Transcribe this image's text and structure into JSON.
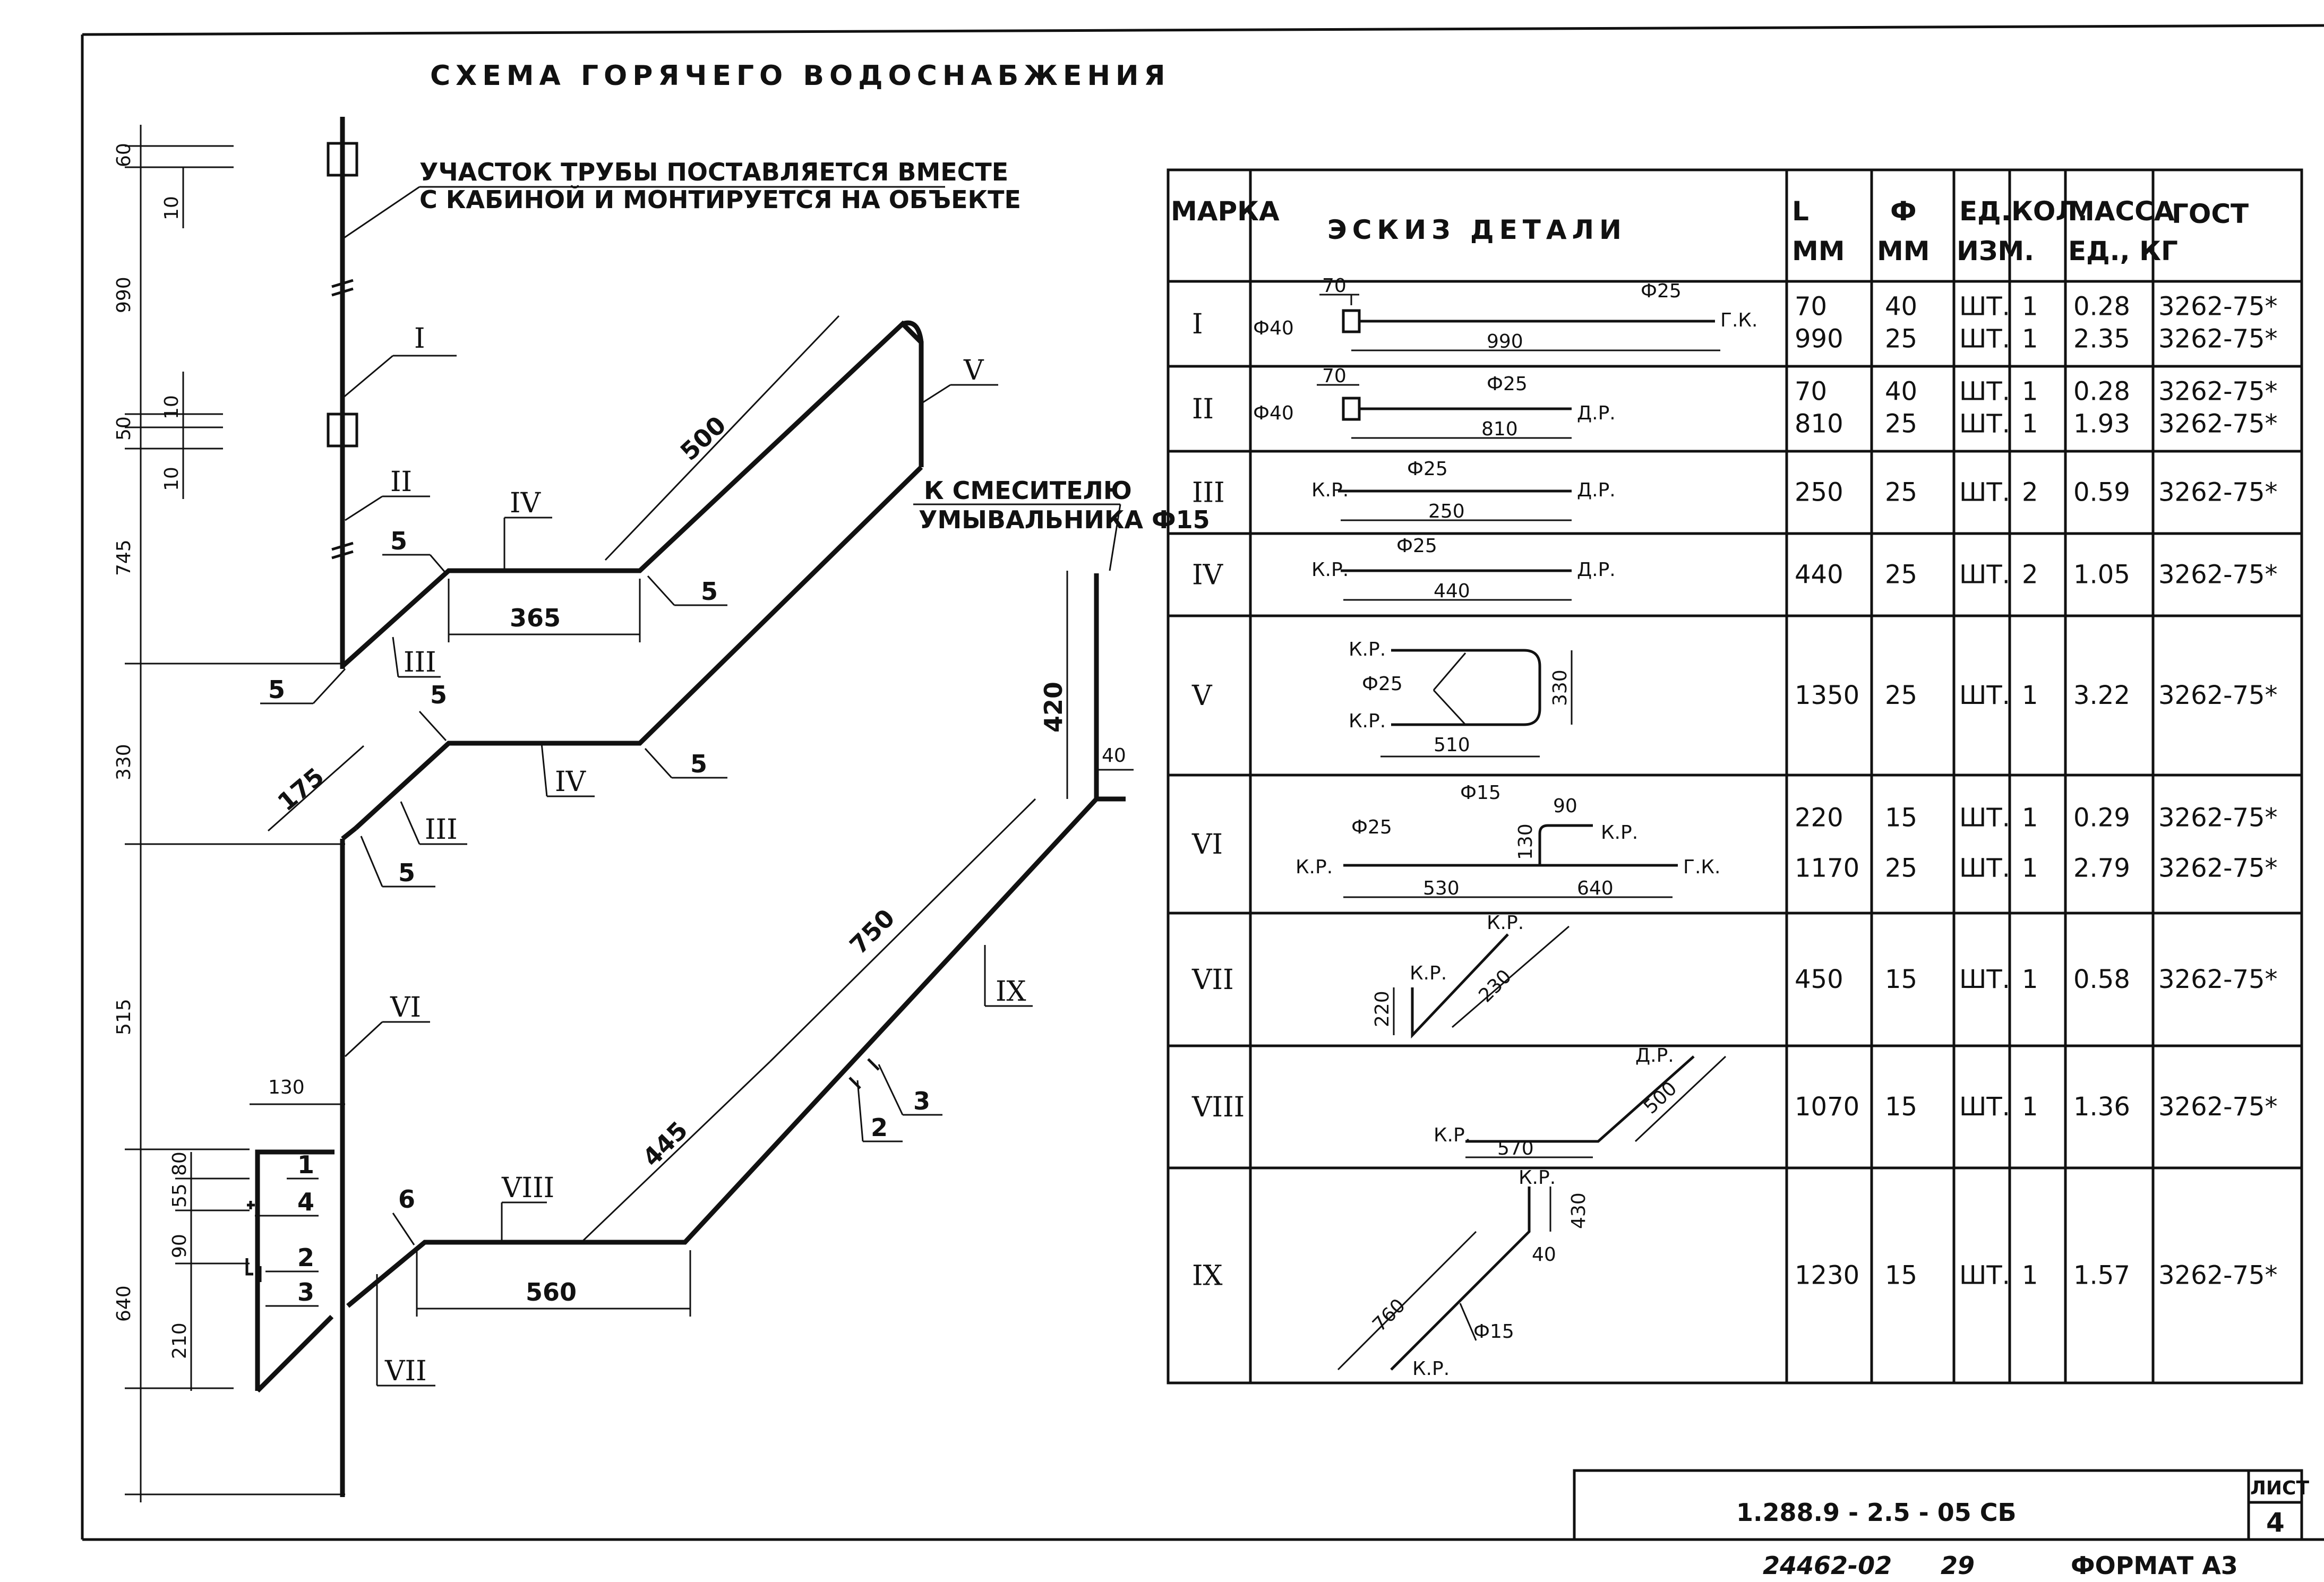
{
  "title": "СХЕМА ГОРЯЧЕГО ВОДОСНАБЖЕНИЯ",
  "notes": {
    "pipe_section_line1": "УЧАСТОК ТРУБЫ ПОСТАВЛЯЕТСЯ ВМЕСТЕ",
    "pipe_section_line2": "С КАБИНОЙ И МОНТИРУЕТСЯ НА ОБЪЕКТЕ",
    "mixer_line1": "К СМЕСИТЕЛЮ",
    "mixer_line2": "УМЫВАЛЬНИКА Ф15"
  },
  "vertical_dims": [
    "60",
    "10",
    "990",
    "10",
    "50",
    "10",
    "745",
    "330",
    "515",
    "80",
    "55",
    "90",
    "640",
    "210"
  ],
  "scheme_dims": {
    "d500": "500",
    "d365": "365",
    "d175": "175",
    "d420": "420",
    "d40": "40",
    "d750": "750",
    "d445": "445",
    "d560": "560",
    "d130": "130"
  },
  "scheme_labels": {
    "r1": "I",
    "r2": "II",
    "r3": "III",
    "r3b": "III",
    "r4": "IV",
    "r4b": "IV",
    "r5": "V",
    "r6": "VI",
    "r7": "VII",
    "r8": "VIII",
    "r9": "IX",
    "n5a": "5",
    "n5b": "5",
    "n5c": "5",
    "n5d": "5",
    "n5e": "5",
    "n5f": "5",
    "n1": "1",
    "n2": "2",
    "n3": "3",
    "n4": "4",
    "n6": "6",
    "n2b": "2",
    "n3b": "3"
  },
  "table": {
    "headers": {
      "mark": "МАРКА",
      "sketch": "ЭСКИЗ ДЕТАЛИ",
      "l": "L",
      "l_unit": "ММ",
      "phi": "Ф",
      "phi_unit": "ММ",
      "unit": "ЕД.",
      "unit2": "ИЗМ.",
      "qty": "КОЛ.",
      "mass": "МАССА",
      "mass2": "ЕД., КГ",
      "gost": "ГОСТ"
    },
    "rows": [
      {
        "mark": "I",
        "sub": [
          [
            "70",
            "40",
            "ШТ.",
            "1",
            "0.28",
            "3262-75*"
          ],
          [
            "990",
            "25",
            "ШТ.",
            "1",
            "2.35",
            "3262-75*"
          ]
        ]
      },
      {
        "mark": "II",
        "sub": [
          [
            "70",
            "40",
            "ШТ.",
            "1",
            "0.28",
            "3262-75*"
          ],
          [
            "810",
            "25",
            "ШТ.",
            "1",
            "1.93",
            "3262-75*"
          ]
        ]
      },
      {
        "mark": "III",
        "sub": [
          [
            "250",
            "25",
            "ШТ.",
            "2",
            "0.59",
            "3262-75*"
          ]
        ]
      },
      {
        "mark": "IV",
        "sub": [
          [
            "440",
            "25",
            "ШТ.",
            "2",
            "1.05",
            "3262-75*"
          ]
        ]
      },
      {
        "mark": "V",
        "sub": [
          [
            "1350",
            "25",
            "ШТ.",
            "1",
            "3.22",
            "3262-75*"
          ]
        ]
      },
      {
        "mark": "VI",
        "sub": [
          [
            "220",
            "15",
            "ШТ.",
            "1",
            "0.29",
            "3262-75*"
          ],
          [
            "1170",
            "25",
            "ШТ.",
            "1",
            "2.79",
            "3262-75*"
          ]
        ]
      },
      {
        "mark": "VII",
        "sub": [
          [
            "450",
            "15",
            "ШТ.",
            "1",
            "0.58",
            "3262-75*"
          ]
        ]
      },
      {
        "mark": "VIII",
        "sub": [
          [
            "1070",
            "15",
            "ШТ.",
            "1",
            "1.36",
            "3262-75*"
          ]
        ]
      },
      {
        "mark": "IX",
        "sub": [
          [
            "1230",
            "15",
            "ШТ.",
            "1",
            "1.57",
            "3262-75*"
          ]
        ]
      }
    ]
  },
  "sketch_labels": {
    "s1_phi40": "Ф40",
    "s1_70": "70",
    "s1_phi25": "Ф25",
    "s1_gk": "Г.К.",
    "s1_990": "990",
    "s2_phi40": "Ф40",
    "s2_70": "70",
    "s2_phi25": "Ф25",
    "s2_dr": "Д.Р.",
    "s2_810": "810",
    "s3_kr": "К.Р.",
    "s3_phi25": "Ф25",
    "s3_dr": "Д.Р.",
    "s3_250": "250",
    "s4_kr": "К.Р.",
    "s4_phi25": "Ф25",
    "s4_dr": "Д.Р.",
    "s4_440": "440",
    "s5_kr1": "К.Р.",
    "s5_phi25": "Ф25",
    "s5_kr2": "К.Р.",
    "s5_330": "330",
    "s5_510": "510",
    "s6_phi15": "Ф15",
    "s6_90": "90",
    "s6_phi25": "Ф25",
    "s6_kr1": "К.Р.",
    "s6_130": "130",
    "s6_kr2": "К.Р.",
    "s6_gk": "Г.К.",
    "s6_530": "530",
    "s6_640": "640",
    "s7_kr1": "К.Р.",
    "s7_kr2": "К.Р.",
    "s7_220": "220",
    "s7_230": "230",
    "s8_dr": "Д.Р.",
    "s8_kr": "К.Р.",
    "s8_500": "500",
    "s8_570": "570",
    "s9_kr1": "К.Р.",
    "s9_430": "430",
    "s9_40": "40",
    "s9_760": "760",
    "s9_phi15": "Ф15",
    "s9_kr2": "К.Р."
  },
  "stamp": {
    "code": "1.288.9 - 2.5 - 05 СБ",
    "sheet_label": "ЛИСТ",
    "sheet_no": "4",
    "inventory": "24462-02",
    "copy_no": "29",
    "format": "ФОРМАТ А3"
  }
}
